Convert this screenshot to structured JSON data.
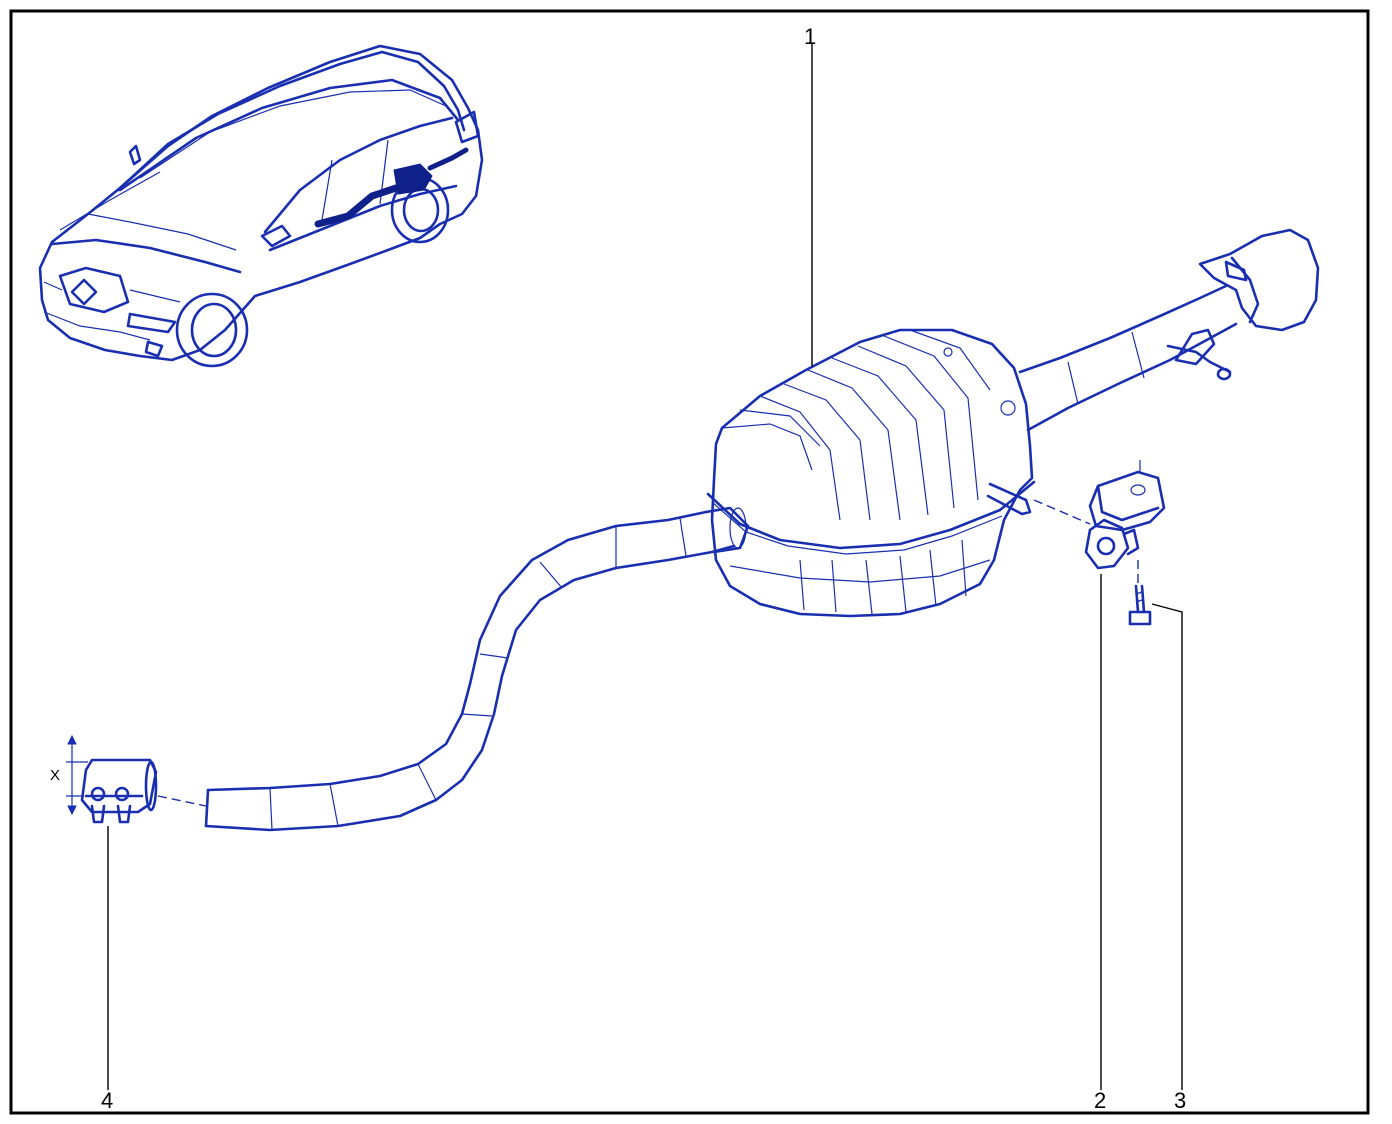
{
  "diagram": {
    "callouts": [
      {
        "id": "callout-1",
        "number": "1"
      },
      {
        "id": "callout-2",
        "number": "2"
      },
      {
        "id": "callout-3",
        "number": "3"
      },
      {
        "id": "callout-4",
        "number": "4"
      }
    ],
    "dimension_label": "X"
  },
  "colors": {
    "line": "#1a2fb0",
    "fill_dark": "#10208a",
    "frame": "#000000",
    "background": "#ffffff"
  }
}
